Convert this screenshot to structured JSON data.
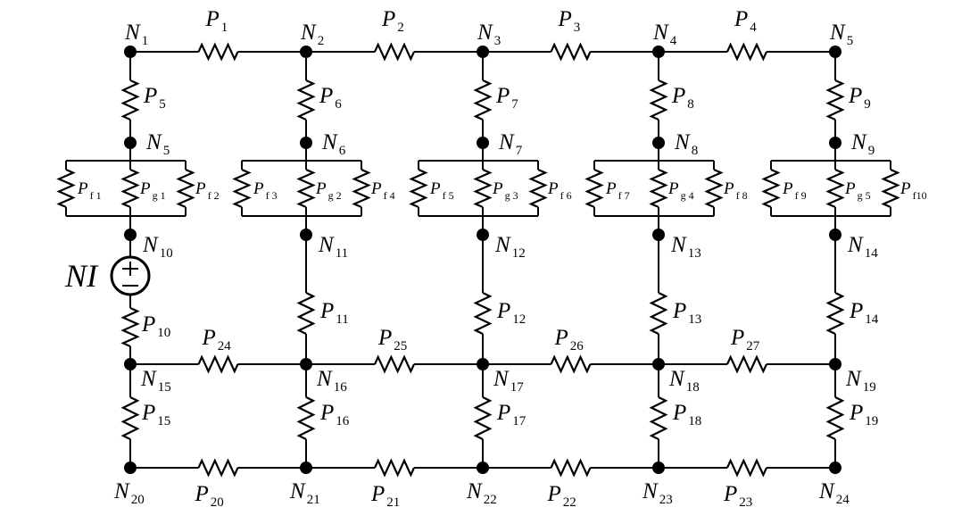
{
  "source_label": "NI",
  "nodes": [
    {
      "id": "N1",
      "letter": "N",
      "sub": "1"
    },
    {
      "id": "N2",
      "letter": "N",
      "sub": "2"
    },
    {
      "id": "N3",
      "letter": "N",
      "sub": "3"
    },
    {
      "id": "N4",
      "letter": "N",
      "sub": "4"
    },
    {
      "id": "N5",
      "letter": "N",
      "sub": "5"
    },
    {
      "id": "N5b",
      "letter": "N",
      "sub": "5"
    },
    {
      "id": "N6",
      "letter": "N",
      "sub": "6"
    },
    {
      "id": "N7",
      "letter": "N",
      "sub": "7"
    },
    {
      "id": "N8",
      "letter": "N",
      "sub": "8"
    },
    {
      "id": "N9",
      "letter": "N",
      "sub": "9"
    },
    {
      "id": "N10",
      "letter": "N",
      "sub": "10"
    },
    {
      "id": "N11",
      "letter": "N",
      "sub": "11"
    },
    {
      "id": "N12",
      "letter": "N",
      "sub": "12"
    },
    {
      "id": "N13",
      "letter": "N",
      "sub": "13"
    },
    {
      "id": "N14",
      "letter": "N",
      "sub": "14"
    },
    {
      "id": "N15",
      "letter": "N",
      "sub": "15"
    },
    {
      "id": "N16",
      "letter": "N",
      "sub": "16"
    },
    {
      "id": "N17",
      "letter": "N",
      "sub": "17"
    },
    {
      "id": "N18",
      "letter": "N",
      "sub": "18"
    },
    {
      "id": "N19",
      "letter": "N",
      "sub": "19"
    },
    {
      "id": "N20",
      "letter": "N",
      "sub": "20"
    },
    {
      "id": "N21",
      "letter": "N",
      "sub": "21"
    },
    {
      "id": "N22",
      "letter": "N",
      "sub": "22"
    },
    {
      "id": "N23",
      "letter": "N",
      "sub": "23"
    },
    {
      "id": "N24",
      "letter": "N",
      "sub": "24"
    }
  ],
  "resistors": [
    {
      "id": "P1",
      "letter": "P",
      "sub": "1"
    },
    {
      "id": "P2",
      "letter": "P",
      "sub": "2"
    },
    {
      "id": "P3",
      "letter": "P",
      "sub": "3"
    },
    {
      "id": "P4",
      "letter": "P",
      "sub": "4"
    },
    {
      "id": "P5",
      "letter": "P",
      "sub": "5"
    },
    {
      "id": "P6",
      "letter": "P",
      "sub": "6"
    },
    {
      "id": "P7",
      "letter": "P",
      "sub": "7"
    },
    {
      "id": "P8",
      "letter": "P",
      "sub": "8"
    },
    {
      "id": "P9",
      "letter": "P",
      "sub": "9"
    },
    {
      "id": "P10",
      "letter": "P",
      "sub": "10"
    },
    {
      "id": "P11",
      "letter": "P",
      "sub": "11"
    },
    {
      "id": "P12",
      "letter": "P",
      "sub": "12"
    },
    {
      "id": "P13",
      "letter": "P",
      "sub": "13"
    },
    {
      "id": "P14",
      "letter": "P",
      "sub": "14"
    },
    {
      "id": "P15",
      "letter": "P",
      "sub": "15"
    },
    {
      "id": "P16",
      "letter": "P",
      "sub": "16"
    },
    {
      "id": "P17",
      "letter": "P",
      "sub": "17"
    },
    {
      "id": "P18",
      "letter": "P",
      "sub": "18"
    },
    {
      "id": "P19",
      "letter": "P",
      "sub": "19"
    },
    {
      "id": "P20",
      "letter": "P",
      "sub": "20"
    },
    {
      "id": "P21",
      "letter": "P",
      "sub": "21"
    },
    {
      "id": "P22",
      "letter": "P",
      "sub": "22"
    },
    {
      "id": "P23",
      "letter": "P",
      "sub": "23"
    },
    {
      "id": "P24",
      "letter": "P",
      "sub": "24"
    },
    {
      "id": "P25",
      "letter": "P",
      "sub": "25"
    },
    {
      "id": "P26",
      "letter": "P",
      "sub": "26"
    },
    {
      "id": "P27",
      "letter": "P",
      "sub": "27"
    }
  ],
  "gap_groups": [
    {
      "id": "g1",
      "f_left": {
        "letter": "P",
        "sub": "f 1"
      },
      "g": {
        "letter": "P",
        "sub": "g 1"
      },
      "f_right": {
        "letter": "P",
        "sub": "f 2"
      }
    },
    {
      "id": "g2",
      "f_left": {
        "letter": "P",
        "sub": "f 3"
      },
      "g": {
        "letter": "P",
        "sub": "g 2"
      },
      "f_right": {
        "letter": "P",
        "sub": "f 4"
      }
    },
    {
      "id": "g3",
      "f_left": {
        "letter": "P",
        "sub": "f 5"
      },
      "g": {
        "letter": "P",
        "sub": "g 3"
      },
      "f_right": {
        "letter": "P",
        "sub": "f 6"
      }
    },
    {
      "id": "g4",
      "f_left": {
        "letter": "P",
        "sub": "f 7"
      },
      "g": {
        "letter": "P",
        "sub": "g 4"
      },
      "f_right": {
        "letter": "P",
        "sub": "f 8"
      }
    },
    {
      "id": "g5",
      "f_left": {
        "letter": "P",
        "sub": "f 9"
      },
      "g": {
        "letter": "P",
        "sub": "g 5"
      },
      "f_right": {
        "letter": "P",
        "sub": "f10"
      }
    }
  ]
}
